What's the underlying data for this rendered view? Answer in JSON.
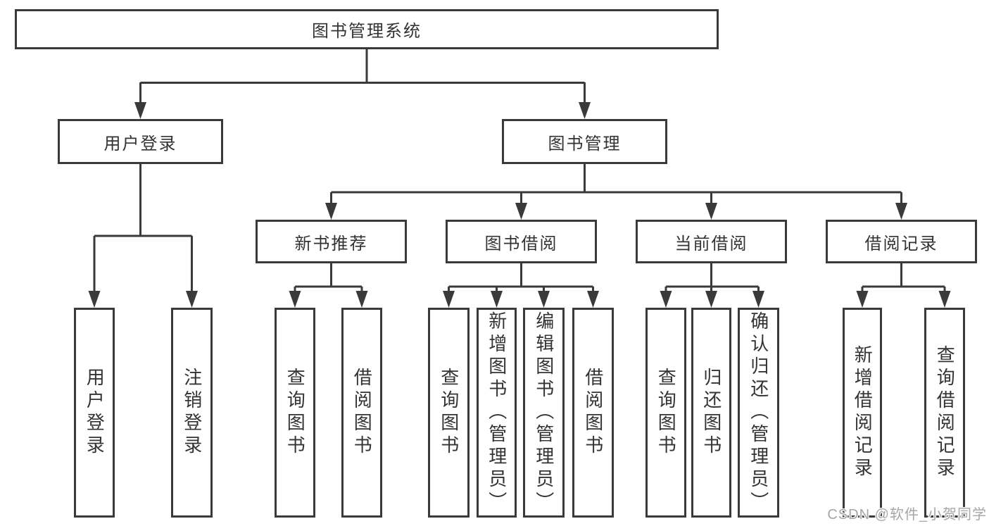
{
  "colors": {
    "line": "#3a3a3a",
    "text": "#333333",
    "box_bg": "#ffffff",
    "watermark": "#a6a6a6",
    "background": "#ffffff"
  },
  "diagram": {
    "root": {
      "label": "图书管理系统"
    },
    "level2": [
      {
        "label": "用户登录",
        "children": [
          {
            "label": "用户登录"
          },
          {
            "label": "注销登录"
          }
        ]
      },
      {
        "label": "图书管理",
        "children": [
          {
            "label": "新书推荐",
            "children": [
              {
                "label": "查询图书"
              },
              {
                "label": "借阅图书"
              }
            ]
          },
          {
            "label": "图书借阅",
            "children": [
              {
                "label": "查询图书"
              },
              {
                "label": "新增图书（管理员）"
              },
              {
                "label": "编辑图书（管理员）"
              },
              {
                "label": "借阅图书"
              }
            ]
          },
          {
            "label": "当前借阅",
            "children": [
              {
                "label": "查询图书"
              },
              {
                "label": "归还图书"
              },
              {
                "label": "确认归还（管理员）"
              }
            ]
          },
          {
            "label": "借阅记录",
            "children": [
              {
                "label": "新增借阅记录"
              },
              {
                "label": "查询借阅记录"
              }
            ]
          }
        ]
      }
    ]
  },
  "watermark": {
    "text": "CSDN @软件_小贺同学"
  }
}
